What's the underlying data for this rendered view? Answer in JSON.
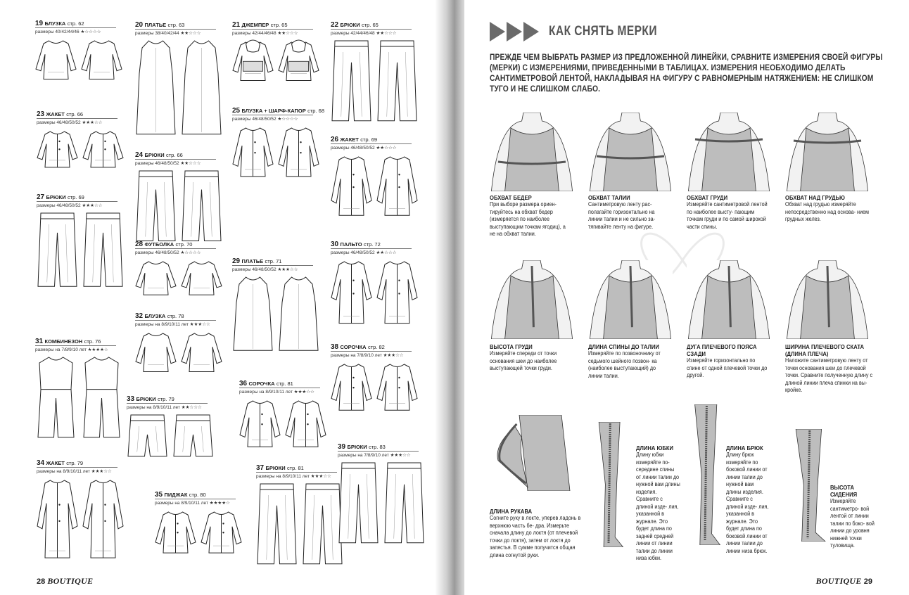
{
  "catalog": [
    {
      "id": "c19",
      "num": "19",
      "name": "БЛУЗКА",
      "page": "стр. 62",
      "sizes": "размеры 40/42/44/46",
      "stars": "★☆☆☆☆"
    },
    {
      "id": "c20",
      "num": "20",
      "name": "ПЛАТЬЕ",
      "page": "стр. 63",
      "sizes": "размеры 38/40/42/44",
      "stars": "★★☆☆☆"
    },
    {
      "id": "c21",
      "num": "21",
      "name": "ДЖЕМПЕР",
      "page": "стр. 65",
      "sizes": "размеры 42/44/46/48",
      "stars": "★★☆☆☆"
    },
    {
      "id": "c22",
      "num": "22",
      "name": "БРЮКИ",
      "page": "стр. 65",
      "sizes": "размеры 42/44/46/48",
      "stars": "★★☆☆☆"
    },
    {
      "id": "c23",
      "num": "23",
      "name": "ЖАКЕТ",
      "page": "стр. 66",
      "sizes": "размеры 46/48/50/52",
      "stars": "★★★☆☆"
    },
    {
      "id": "c24",
      "num": "24",
      "name": "БРЮКИ",
      "page": "стр. 66",
      "sizes": "размеры 46/48/50/52",
      "stars": "★★☆☆☆"
    },
    {
      "id": "c25",
      "num": "25",
      "name": "БЛУЗКА + ШАРФ-КАПОР",
      "page": "стр. 68",
      "sizes": "размеры 46/48/50/52",
      "stars": "★☆☆☆☆"
    },
    {
      "id": "c26",
      "num": "26",
      "name": "ЖАКЕТ",
      "page": "стр. 69",
      "sizes": "размеры 46/48/50/52",
      "stars": "★★☆☆☆"
    },
    {
      "id": "c27",
      "num": "27",
      "name": "БРЮКИ",
      "page": "стр. 69",
      "sizes": "размеры 46/48/50/52",
      "stars": "★★★☆☆"
    },
    {
      "id": "c28",
      "num": "28",
      "name": "ФУТБОЛКА",
      "page": "стр. 70",
      "sizes": "размеры 46/48/50/52",
      "stars": "★☆☆☆☆"
    },
    {
      "id": "c29",
      "num": "29",
      "name": "ПЛАТЬЕ",
      "page": "стр. 71",
      "sizes": "размеры 46/48/50/52",
      "stars": "★★★☆☆"
    },
    {
      "id": "c30",
      "num": "30",
      "name": "ПАЛЬТО",
      "page": "стр. 72",
      "sizes": "размеры 46/48/50/52",
      "stars": "★★☆☆☆"
    },
    {
      "id": "c31",
      "num": "31",
      "name": "КОМБИНЕЗОН",
      "page": "стр. 76",
      "sizes": "размеры на 7/8/9/10 лет",
      "stars": "★★★★☆"
    },
    {
      "id": "c32",
      "num": "32",
      "name": "БЛУЗКА",
      "page": "стр. 78",
      "sizes": "размеры на 8/9/10/11 лет",
      "stars": "★★★☆☆"
    },
    {
      "id": "c33",
      "num": "33",
      "name": "БРЮКИ",
      "page": "стр. 79",
      "sizes": "размеры на 8/9/10/11 лет",
      "stars": "★★☆☆☆"
    },
    {
      "id": "c34",
      "num": "34",
      "name": "ЖАКЕТ",
      "page": "стр. 79",
      "sizes": "размеры на 8/9/10/11 лет",
      "stars": "★★★☆☆"
    },
    {
      "id": "c35",
      "num": "35",
      "name": "ПИДЖАК",
      "page": "стр. 80",
      "sizes": "размеры на 8/9/10/11 лет",
      "stars": "★★★★☆"
    },
    {
      "id": "c36",
      "num": "36",
      "name": "СОРОЧКА",
      "page": "стр. 81",
      "sizes": "размеры на 8/9/10/11 лет",
      "stars": "★★★☆☆"
    },
    {
      "id": "c37",
      "num": "37",
      "name": "БРЮКИ",
      "page": "стр. 81",
      "sizes": "размеры на 8/9/10/11 лет",
      "stars": "★★★☆☆"
    },
    {
      "id": "c38",
      "num": "38",
      "name": "СОРОЧКА",
      "page": "стр. 82",
      "sizes": "размеры на 7/8/9/10 лет",
      "stars": "★★★☆☆"
    },
    {
      "id": "c39",
      "num": "39",
      "name": "БРЮКИ",
      "page": "стр. 83",
      "sizes": "размеры на 7/8/9/10 лет",
      "stars": "★★★☆☆"
    }
  ],
  "left_folio": {
    "number": "28",
    "brand": "BOUTIQUE"
  },
  "right_folio": {
    "number": "29",
    "brand": "BOUTIQUE"
  },
  "right": {
    "title": "КАК СНЯТЬ МЕРКИ",
    "intro": "ПРЕЖДЕ ЧЕМ ВЫБРАТЬ РАЗМЕР ИЗ ПРЕДЛОЖЕННОЙ ЛИНЕЙКИ, СРАВНИТЕ ИЗМЕРЕНИЯ СВОЕЙ ФИГУРЫ (МЕРКИ) С ИЗМЕРЕНИЯМИ, ПРИВЕДЕННЫМИ В ТАБЛИЦАХ. ИЗМЕРЕНИЯ НЕОБХОДИМО ДЕЛАТЬ САНТИМЕТРОВОЙ ЛЕНТОЙ, НАКЛАДЫВАЯ НА ФИГУРУ С РАВНОМЕРНЫМ НАТЯЖЕНИЕМ: НЕ СЛИШКОМ ТУГО И НЕ СЛИШКОМ СЛАБО.",
    "measures": [
      {
        "id": "m1",
        "title": "ОБХВАТ БЕДЕР",
        "text": "При выборе размера ориен- тируйтесь на обхват бедер (измеряется по наиболее выступающим точкам ягодиц), а не на обхват талии."
      },
      {
        "id": "m2",
        "title": "ОБХВАТ ТАЛИИ",
        "text": "Сантиметровую ленту рас- полагайте горизонтально на линии талии и не сильно за- тягивайте ленту на фигуре."
      },
      {
        "id": "m3",
        "title": "ОБХВАТ ГРУДИ",
        "text": "Измеряйте сантиметровой лентой по наиболее высту- пающим точкам груди и по самой широкой части спины."
      },
      {
        "id": "m4",
        "title": "ОБХВАТ НАД ГРУДЬЮ",
        "text": "Обхват над грудью измеряйте непосредственно над основа- нием грудных желез."
      },
      {
        "id": "m5",
        "title": "ВЫСОТА ГРУДИ",
        "text": "Измеряйте спереди от точки основания шеи до наиболее выступающей точки груди."
      },
      {
        "id": "m6",
        "title": "ДЛИНА СПИНЫ ДО ТАЛИИ",
        "text": "Измеряйте по позвоночнику от седьмого шейного позвон- ка (наиболее выступающий) до линии талии."
      },
      {
        "id": "m7",
        "title": "ДУГА ПЛЕЧЕВОГО ПОЯСА СЗАДИ",
        "text": "Измеряйте горизонтально по спине от одной плечевой точки до другой."
      },
      {
        "id": "m8",
        "title": "ШИРИНА ПЛЕЧЕВОГО СКАТА (ДЛИНА ПЛЕЧА)",
        "text": "Наложите сантиметровую ленту от точки основания шеи до плечевой точки. Сравните полученную длину с длиной линии плеча спинки на вы- кройке."
      },
      {
        "id": "m9",
        "title": "ДЛИНА РУКАВА",
        "text": "Согните руку в локте, уперев ладонь в верхнюю часть бе- дра. Измерьте сначала длину до локтя (от плечевой точки до локтя), затем от локтя до запястья. В сумме получится общая длина согнутой руки."
      },
      {
        "id": "m10",
        "title": "ДЛИНА ЮБКИ",
        "text": "Длину юбки измеряйте по- середине спины от линии талии до нужной вам длины изделия. Сравните с длиной изде- лия, указанной в журнале. Это будет длина по задней средней линии от линии талии до линии низа юбки."
      },
      {
        "id": "m11",
        "title": "ДЛИНА БРЮК",
        "text": "Длину брюк измеряйте по боковой линии от линии талии до нужной вам длины изделия. Сравните с длиной изде- лия, указанной в журнале. Это будет длина по боковой линии от линии талии до линии низа брюк."
      },
      {
        "id": "m12",
        "title": "ВЫСОТА СИДЕНИЯ",
        "text": "Измеряйте сантиметро- вой лентой от линии талии по боко- вой линии до уровня нижней точки туловища."
      }
    ]
  }
}
